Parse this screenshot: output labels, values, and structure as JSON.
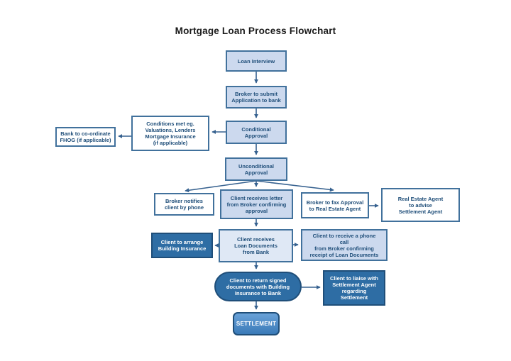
{
  "title": "Mortgage Loan Process Flowchart",
  "colors": {
    "fill_light": "#ccd9ee",
    "fill_pale": "#dfe8f5",
    "fill_white": "#ffffff",
    "fill_dark": "#2e6da4",
    "border_blue": "#41719c",
    "border_dark": "#1f4e79",
    "text_dark": "#1f4e79",
    "text_light": "#ffffff",
    "arrow": "#36618f",
    "settlement_top": "#6aa2d8",
    "settlement_bottom": "#3a7ab8",
    "title_color": "#1a1a1a"
  },
  "nodes": {
    "loan_interview": {
      "label": "Loan Interview"
    },
    "broker_submit": {
      "label": "Broker to submit\nApplication to bank"
    },
    "conditional_approval": {
      "label": "Conditional\nApproval"
    },
    "conditions_met": {
      "label": "Conditions met eg.\nValuations, Lenders\nMortgage Insurance\n(if applicable)"
    },
    "bank_fhog": {
      "label": "Bank to co-ordinate\nFHOG (if applicable)"
    },
    "unconditional_approval": {
      "label": "Unconditional\nApproval"
    },
    "broker_notifies": {
      "label": "Broker notifies\nclient by phone"
    },
    "client_letter": {
      "label": "Client receives letter\nfrom Broker confirming\napproval"
    },
    "broker_fax": {
      "label": "Broker to fax Approval\nto Real Estate Agent"
    },
    "rea_advise": {
      "label": "Real Estate Agent\nto advise\nSettlement Agent"
    },
    "client_arrange": {
      "label": "Client to arrange\nBuilding Insurance"
    },
    "client_loan_docs": {
      "label": "Client receives\nLoan Documents\nfrom Bank"
    },
    "client_phone_call": {
      "label": "Client to receive a phone\ncall\nfrom Broker confirming\nreceipt of Loan Documents"
    },
    "client_return": {
      "label": "Client to return signed\ndocuments with Building\nInsurance to Bank"
    },
    "liaise": {
      "label": "Client to liaise with\nSettlement Agent\nregarding\nSettlement"
    },
    "settlement": {
      "label": "SETTLEMENT"
    }
  }
}
